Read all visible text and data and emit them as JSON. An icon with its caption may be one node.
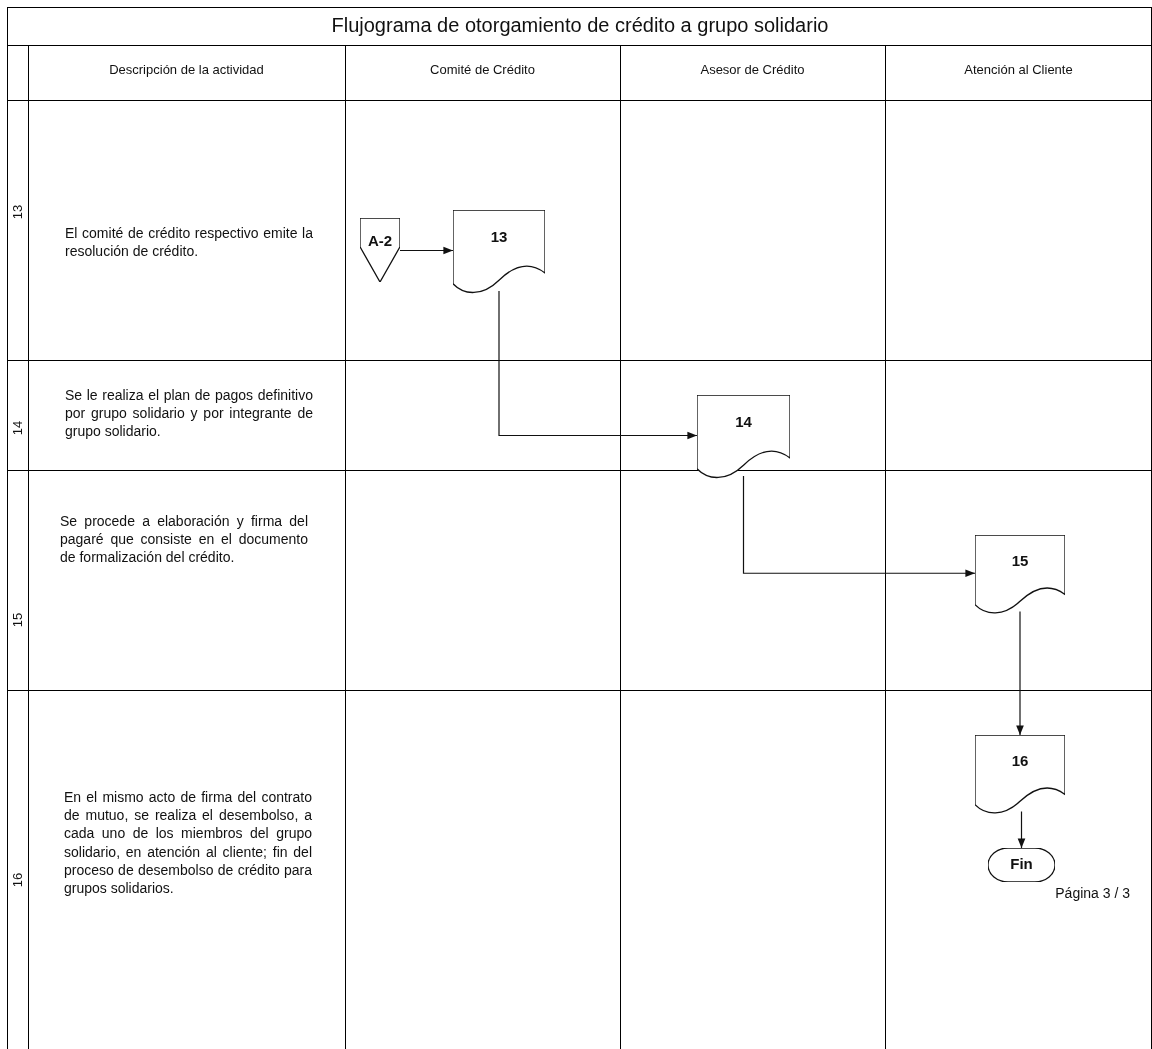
{
  "diagram": {
    "title": "Flujograma de otorgamiento de crédito a grupo solidario",
    "nodes": [
      {
        "text": [
          "A-2"
        ]
      },
      {
        "text": [
          "13"
        ]
      },
      {
        "text": [
          "14"
        ]
      },
      {
        "text": [
          "15"
        ]
      },
      {
        "text": [
          "16"
        ]
      },
      {
        "text": [
          "Fin"
        ]
      }
    ],
    "edges": [
      {
        "from": 0,
        "to": 1,
        "arrow": "to"
      },
      {
        "from": 1,
        "to": 2,
        "arrow": "to"
      },
      {
        "from": 2,
        "to": 3,
        "arrow": "to"
      },
      {
        "from": 3,
        "to": 4,
        "arrow": "to"
      },
      {
        "from": 4,
        "to": 5,
        "arrow": "to"
      }
    ],
    "labels": [
      "Descripción de la actividad",
      "Comité de Crédito",
      "Asesor de Crédito",
      "Atención al Cliente",
      "13",
      "El comité de crédito respectivo emite la resolución de crédito.",
      "14",
      "Se le realiza el plan de pagos definitivo por grupo solidario y por integrante de grupo solidario.",
      "15",
      "Se procede a elaboración y firma del pagaré que consiste en el documento de formalización del crédito.",
      "16",
      "En el mismo acto de firma del contrato de mutuo, se realiza el desembolso, a cada uno de los miembros del grupo solidario, en atención al cliente; fin del proceso de desembolso de crédito para grupos solidarios.",
      "Página 3 / 3"
    ]
  }
}
